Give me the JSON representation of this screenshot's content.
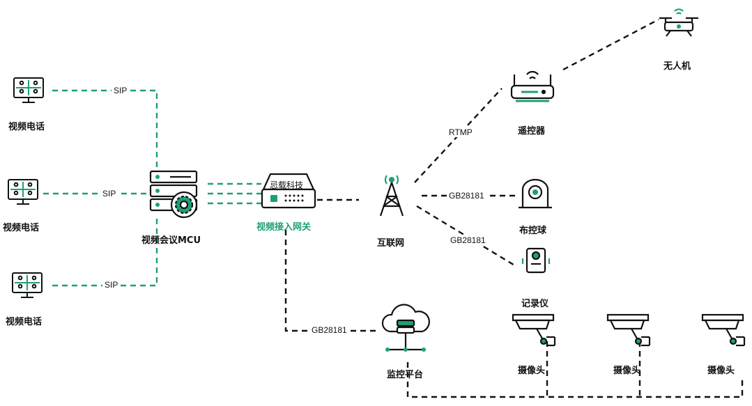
{
  "nodes": {
    "phone_top": "视频电话",
    "phone_mid": "视频电话",
    "phone_bottom": "视频电话",
    "mcu": "视频会议MCU",
    "gateway_brand": "忌载科技",
    "gateway": "视频接入网关",
    "internet": "互联网",
    "remote": "遥控器",
    "drone": "无人机",
    "ball_camera": "布控球",
    "recorder": "记录仪",
    "monitor_platform": "监控平台",
    "camera_1": "摄像头",
    "camera_2": "摄像头",
    "camera_3": "摄像头"
  },
  "edges": {
    "sip_top": "SIP",
    "sip_mid": "SIP",
    "sip_bottom": "SIP",
    "rtmp": "RTMP",
    "gb_ball": "GB28181",
    "gb_recorder": "GB28181",
    "gb_platform": "GB28181"
  },
  "colors": {
    "accent": "#1f9e78",
    "dark": "#111111",
    "line": "#1f9e78"
  }
}
